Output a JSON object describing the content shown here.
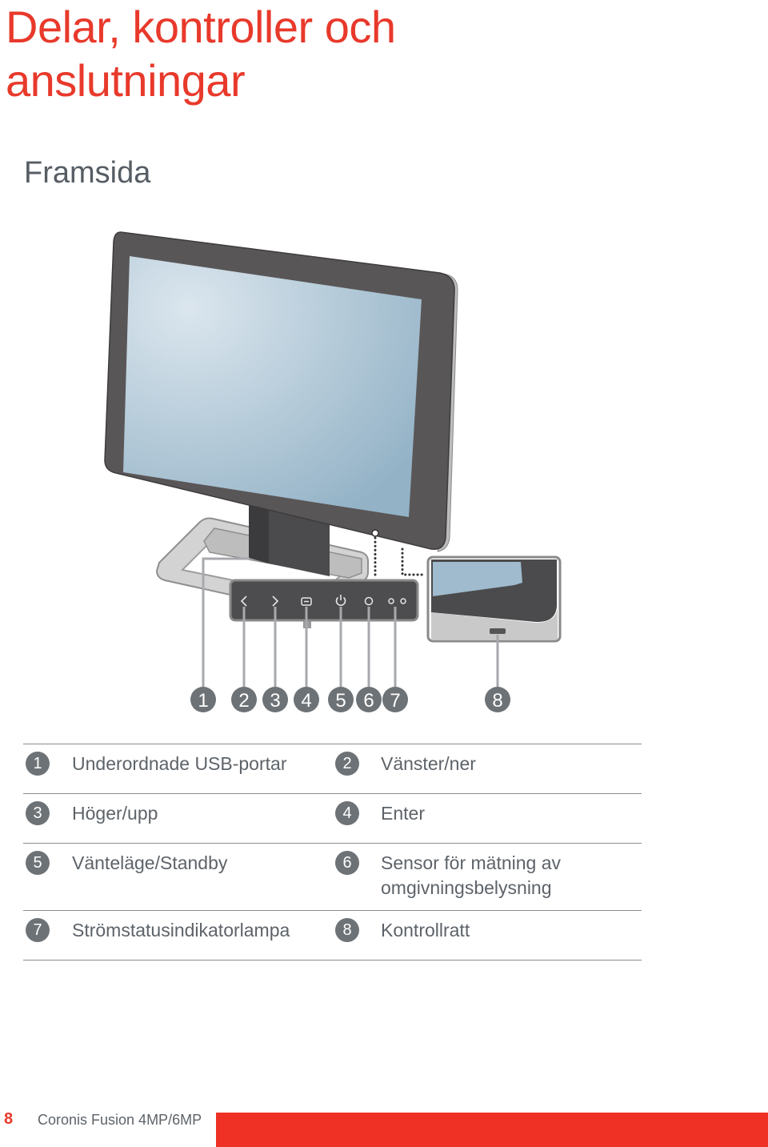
{
  "page": {
    "title_line1": "Delar, kontroller och",
    "title_line2": "anslutningar",
    "section": "Framsida"
  },
  "callouts": [
    "1",
    "2",
    "3",
    "4",
    "5",
    "6",
    "7",
    "8"
  ],
  "front_panel_icons": [
    "chevron-left-icon",
    "chevron-right-icon",
    "enter-icon",
    "power-icon",
    "ambient-light-sensor-icon",
    "power-led-icon",
    "power-led-icon"
  ],
  "legend": [
    [
      {
        "num": "1",
        "label": "Underordnade USB-portar"
      },
      {
        "num": "2",
        "label": "Vänster/ner"
      }
    ],
    [
      {
        "num": "3",
        "label": "Höger/upp"
      },
      {
        "num": "4",
        "label": "Enter"
      }
    ],
    [
      {
        "num": "5",
        "label": "Vänteläge/Standby"
      },
      {
        "num": "6",
        "label": "Sensor för mätning av omgivningsbelysning"
      }
    ],
    [
      {
        "num": "7",
        "label": "Strömstatusindikatorlampa"
      },
      {
        "num": "8",
        "label": "Kontrollratt"
      }
    ]
  ],
  "footer": {
    "page_number": "8",
    "product": "Coronis Fusion 4MP/6MP"
  },
  "colors": {
    "accent": "#e8392b",
    "heading": "#565d64",
    "text": "#5d6369",
    "badge": "#6d7276",
    "rule": "#8c8c8c",
    "footer_bar": "#ee3124"
  }
}
